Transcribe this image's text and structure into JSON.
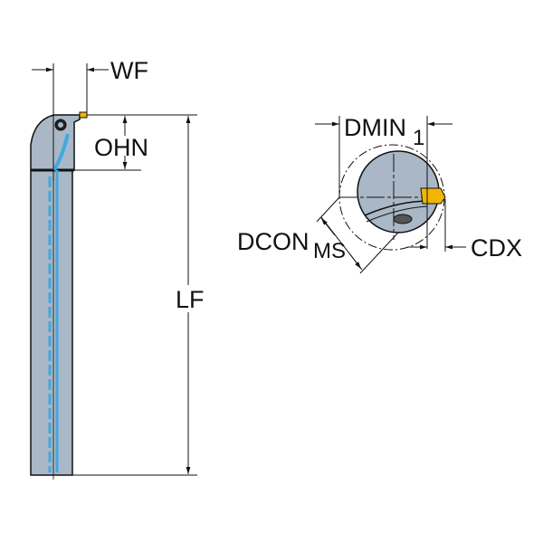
{
  "labels": {
    "wf": "WF",
    "ohn": "OHN",
    "lf": "LF",
    "dmin": "DMIN",
    "dmin_sub": "1",
    "dcon": "DCON",
    "dcon_sub": "MS",
    "cdx": "CDX"
  },
  "colors": {
    "body": "#a9b7c6",
    "coolant": "#3fa9e0",
    "insert": "#f2b600",
    "line": "#111111"
  }
}
